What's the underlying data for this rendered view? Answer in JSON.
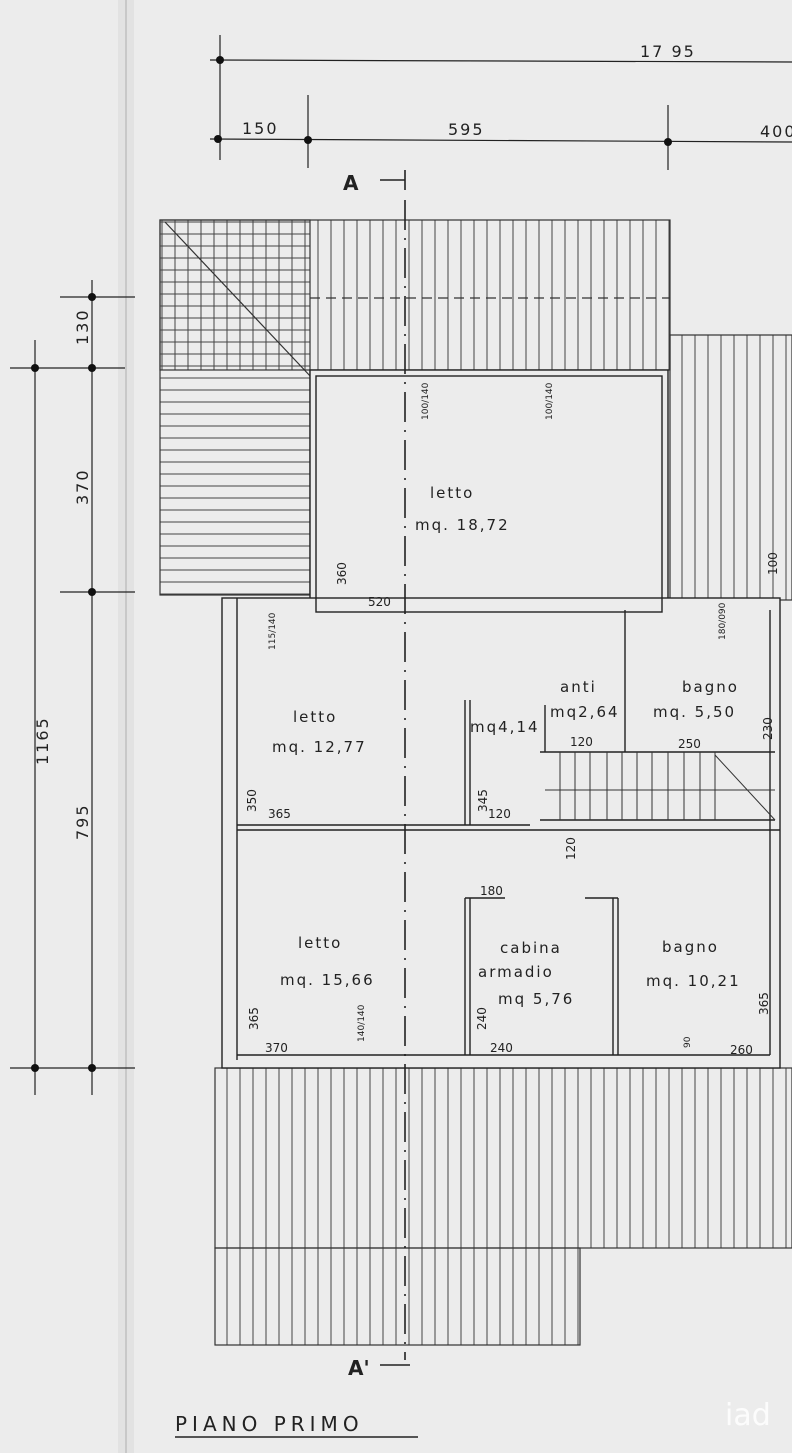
{
  "title": "PIANO PRIMO",
  "section_marks": {
    "top": "A",
    "bottom": "A'"
  },
  "dimensions": {
    "top_total": "17 95",
    "top_segments": [
      "150",
      "595",
      "400"
    ],
    "left_total": "1165",
    "left_segments": [
      "130",
      "370",
      "795"
    ]
  },
  "rooms": [
    {
      "name": "letto",
      "area": "mq. 18,72"
    },
    {
      "name": "letto",
      "area": "mq. 12,77"
    },
    {
      "name": "",
      "area": "mq4,14"
    },
    {
      "name": "anti",
      "area": "mq2,64"
    },
    {
      "name": "bagno",
      "area": "mq. 5,50"
    },
    {
      "name": "letto",
      "area": "mq. 15,66"
    },
    {
      "name": "cabina armadio",
      "line1": "cabina",
      "line2": "armadio",
      "area": "mq 5,76"
    },
    {
      "name": "bagno",
      "area": "mq. 10,21"
    }
  ],
  "inner_dims": {
    "d520": "520",
    "d360": "360",
    "d100a": "100/140",
    "d100b": "100/140",
    "d100r": "100",
    "d115": "115/140",
    "d180": "180/090",
    "d350": "350",
    "d365a": "365",
    "d345": "345",
    "d120a": "120",
    "d120b": "120",
    "d250": "250",
    "d230": "230",
    "d120c": "120",
    "d180b": "180",
    "d365b": "365",
    "d370": "370",
    "d140": "140/140",
    "d240a": "240",
    "d240b": "240",
    "d90": "90",
    "d260": "260",
    "d365c": "365"
  },
  "watermark": "iad"
}
